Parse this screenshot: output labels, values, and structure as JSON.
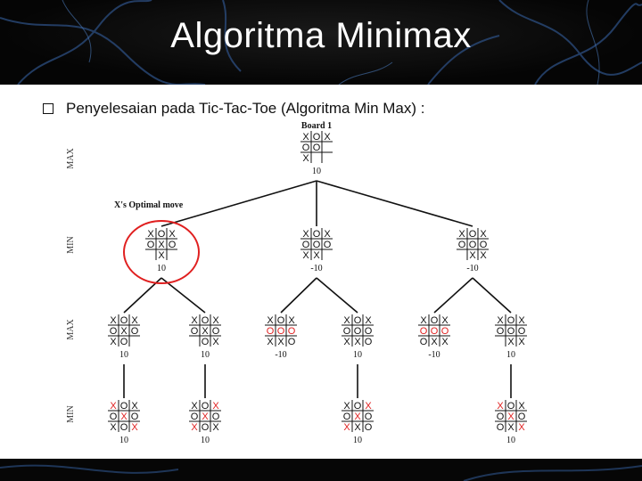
{
  "slide": {
    "title": "Algoritma Minimax",
    "bullet": "Penyelesaian pada Tic-Tac-Toe (Algoritma Min Max) :"
  },
  "diagram": {
    "level_labels": [
      "MAX",
      "MIN",
      "MAX",
      "MIN"
    ],
    "root_label": "Board 1",
    "annotation": "X's Optimal move",
    "nodes": [
      {
        "id": "r",
        "cells": "XOXOO X ",
        "value": "10"
      },
      {
        "id": "a",
        "cells": "XOXOXO X ",
        "value": "10"
      },
      {
        "id": "b",
        "cells": "XOXOOOXX ",
        "value": "-10"
      },
      {
        "id": "c",
        "cells": "XOXOOO XX",
        "value": "-10"
      },
      {
        "id": "a1",
        "cells": "XOXOXOXO ",
        "value": "10"
      },
      {
        "id": "a2",
        "cells": "XOXOXO OX",
        "value": "10"
      },
      {
        "id": "b1",
        "cells": "XOXOOOXXO",
        "value": "-10",
        "red": [
          3,
          4,
          5
        ]
      },
      {
        "id": "b2",
        "cells": "XOXOOOXXO",
        "value": "10"
      },
      {
        "id": "c1",
        "cells": "XOXOOOOXX",
        "value": "-10",
        "red": [
          3,
          4,
          5
        ]
      },
      {
        "id": "c2",
        "cells": "XOXOOO XX",
        "value": "10"
      },
      {
        "id": "a1x",
        "cells": "XOXOXOXOX",
        "value": "10",
        "red": [
          0,
          4,
          8
        ]
      },
      {
        "id": "a2x",
        "cells": "XOXOXOXOX",
        "value": "10",
        "red": [
          2,
          4,
          6
        ]
      },
      {
        "id": "b2x",
        "cells": "XOXOXOXXO",
        "value": "10",
        "red": [
          2,
          4,
          6
        ]
      },
      {
        "id": "c2x",
        "cells": "XOXOXOOXX",
        "value": "10",
        "red": [
          0,
          4,
          8
        ]
      }
    ]
  },
  "colors": {
    "accent_red": "#e02020",
    "line": "#111111"
  }
}
